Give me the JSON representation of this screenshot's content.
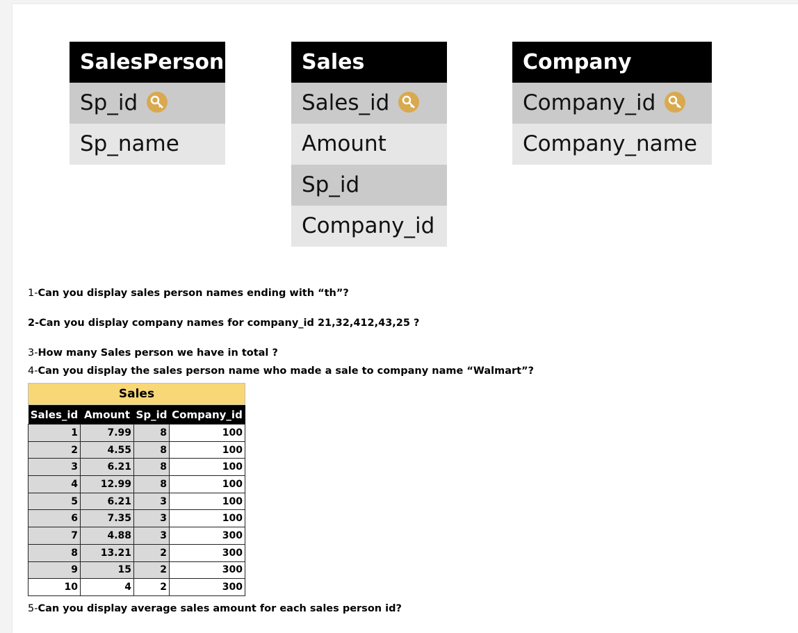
{
  "entities": {
    "salesperson": {
      "title": "SalesPerson",
      "fields": [
        "Sp_id",
        "Sp_name"
      ]
    },
    "sales": {
      "title": "Sales",
      "fields": [
        "Sales_id",
        "Amount",
        "Sp_id",
        "Company_id"
      ]
    },
    "company": {
      "title": "Company",
      "fields": [
        "Company_id",
        "Company_name"
      ]
    },
    "key_icon": "key-icon",
    "key_icon_color": "#d9a94f"
  },
  "questions": {
    "q1_num": "1-",
    "q1_text": "Can you display sales person names ending with “th”?",
    "q2_text": "2-Can you display company names for company_id 21,32,412,43,25 ?",
    "q3_num": "3-",
    "q3_text": "How many Sales person we have in total ?",
    "q4_num": "4-",
    "q4_text": "Can you display the sales person name who made a sale to company name  “Walmart”?",
    "q5_num": "5-",
    "q5_text": "Can you display average sales amount for each sales person id?"
  },
  "sales_table": {
    "title": "Sales",
    "columns": [
      "Sales_id",
      "Amount",
      "Sp_id",
      "Company_id"
    ],
    "rows": [
      [
        "1",
        "7.99",
        "8",
        "100"
      ],
      [
        "2",
        "4.55",
        "8",
        "100"
      ],
      [
        "3",
        "6.21",
        "8",
        "100"
      ],
      [
        "4",
        "12.99",
        "8",
        "100"
      ],
      [
        "5",
        "6.21",
        "3",
        "100"
      ],
      [
        "6",
        "7.35",
        "3",
        "100"
      ],
      [
        "7",
        "4.88",
        "3",
        "300"
      ],
      [
        "8",
        "13.21",
        "2",
        "300"
      ],
      [
        "9",
        "15",
        "2",
        "300"
      ],
      [
        "10",
        "4",
        "2",
        "300"
      ]
    ],
    "title_color": "#f8d776"
  }
}
